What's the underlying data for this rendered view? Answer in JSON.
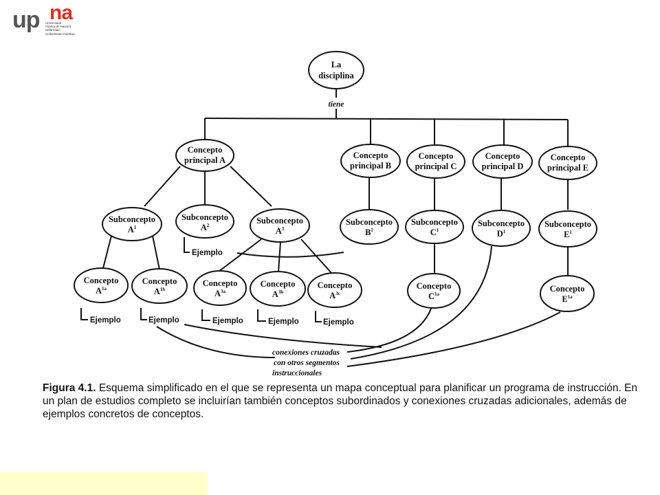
{
  "logo": {
    "up": "up",
    "na": "na",
    "sub_lines": [
      "Universidad",
      "Pública de Navarra",
      "Nafarroako",
      "Unibertsitate Publikoa"
    ]
  },
  "diagram": {
    "root": {
      "line1": "La",
      "line2": "disciplina"
    },
    "root_link": "tiene",
    "principal": [
      {
        "line1": "Concepto",
        "line2": "principal A"
      },
      {
        "line1": "Concepto",
        "line2": "principal B"
      },
      {
        "line1": "Concepto",
        "line2": "principal C"
      },
      {
        "line1": "Concepto",
        "line2": "principal D"
      },
      {
        "line1": "Concepto",
        "line2": "principal E"
      }
    ],
    "sub": [
      {
        "line1": "Subconcepto",
        "base": "A",
        "sup": "1"
      },
      {
        "line1": "Subconcepto",
        "base": "A",
        "sup": "2"
      },
      {
        "line1": "Subconcepto",
        "base": "A",
        "sup": "3"
      },
      {
        "line1": "Subconcepto",
        "base": "B",
        "sup": "1"
      },
      {
        "line1": "Subconcepto",
        "base": "C",
        "sup": "1"
      },
      {
        "line1": "Subconcepto",
        "base": "D",
        "sup": "1"
      },
      {
        "line1": "Subconcepto",
        "base": "E",
        "sup": "1"
      }
    ],
    "leaf": [
      {
        "line1": "Concepto",
        "base": "A",
        "sup": "1a"
      },
      {
        "line1": "Concepto",
        "base": "A",
        "sup": "1b"
      },
      {
        "line1": "Concepto",
        "base": "A",
        "sup": "3a"
      },
      {
        "line1": "Concepto",
        "base": "A",
        "sup": "3b"
      },
      {
        "line1": "Concepto",
        "base": "A",
        "sup": "3c"
      },
      {
        "line1": "Concepto",
        "base": "C",
        "sup": "1a"
      },
      {
        "line1": "Concepto",
        "base": "E",
        "sup": "1a"
      }
    ],
    "example_label": "Ejemplo",
    "cross_links": [
      "conexiones cruzadas",
      "con otros segmentos",
      "instruccionales"
    ]
  },
  "caption": {
    "figure_label": "Figura 4.1.",
    "text": " Esquema simplificado en el que se representa un mapa conceptual para planificar un programa de instrucción. En un plan de estudios completo se incluirían también conceptos subordinados y conexiones cruzadas adicionales, además de ejemplos concretos de conceptos."
  }
}
